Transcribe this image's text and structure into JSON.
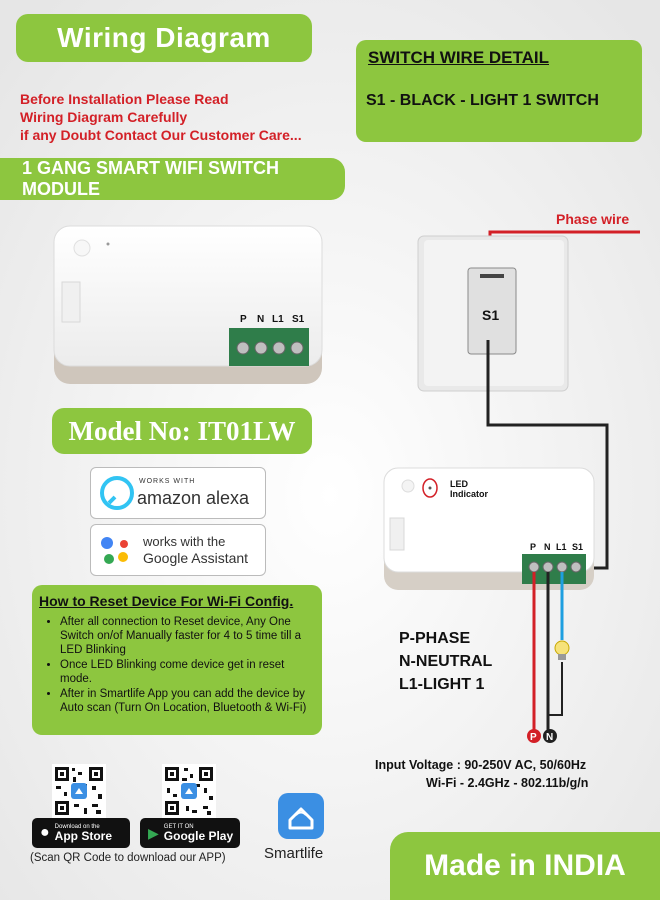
{
  "header": {
    "title": "Wiring Diagram",
    "warning_lines": [
      "Before Installation Please Read",
      "Wiring Diagram Carefully",
      "if any Doubt Contact Our Customer Care..."
    ],
    "module_title": "1 GANG SMART WIFI SWITCH MODULE"
  },
  "switch_detail": {
    "title": "SWITCH WIRE DETAIL",
    "line": "S1 -  BLACK - LIGHT 1 SWITCH"
  },
  "module": {
    "terminals": [
      "P",
      "N",
      "L1",
      "S1"
    ],
    "model": "Model No: IT01LW"
  },
  "badges": {
    "alexa_small": "WORKS WITH",
    "alexa_big": "amazon alexa",
    "google_line1": "works with the",
    "google_line2": "Google Assistant"
  },
  "diagram": {
    "phase_wire": "Phase wire",
    "switch_label": "S1",
    "led_indicator": [
      "LED",
      "Indicator"
    ],
    "terminals": [
      "P",
      "N",
      "L1",
      "S1"
    ],
    "p_marker": "P",
    "n_marker": "N"
  },
  "legend": [
    "P-PHASE",
    "N-NEUTRAL",
    "L1-LIGHT 1"
  ],
  "reset": {
    "title": "How to Reset Device For Wi-Fi Config.",
    "items": [
      "After all connection to Reset device, Any One Switch on/of Manually faster for 4 to 5 time till a LED Blinking",
      "Once LED Blinking come device get in reset mode.",
      "After in Smartlife App you can add the device by Auto scan (Turn On Location, Bluetooth & Wi-Fi)"
    ]
  },
  "specs": {
    "voltage": "Input Voltage : 90-250V AC, 50/60Hz",
    "wifi": "Wi-Fi - 2.4GHz - 802.11b/g/n"
  },
  "stores": {
    "apple_small": "Download on the",
    "apple_big": "App Store",
    "google_small": "GET IT ON",
    "google_big": "Google Play",
    "scan_note": "(Scan QR Code to download our APP)",
    "app_name": "Smartlife"
  },
  "footer": {
    "made_in": "Made in INDIA"
  },
  "colors": {
    "accent_green": "#8dc63f",
    "warning_red": "#d32027",
    "wire_red": "#d32027",
    "wire_blue": "#1e9fe0",
    "wire_black": "#222222"
  }
}
